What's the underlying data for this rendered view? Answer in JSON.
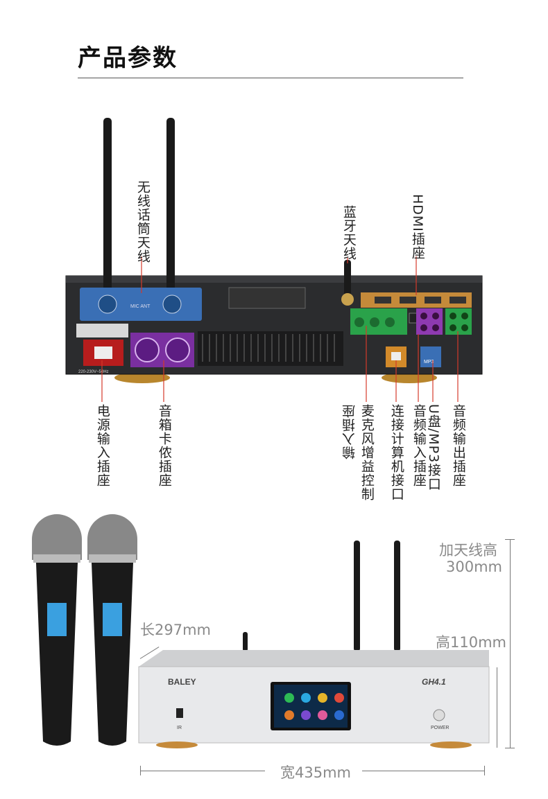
{
  "header": {
    "title": "产品参数"
  },
  "callouts": {
    "wireless_antenna": "无线话筒天线",
    "bluetooth_antenna": "蓝牙天线",
    "hdmi_socket": "HDMI插座",
    "power_input": "电源输入插座",
    "speaker_socket": "音箱卡侬插座",
    "mic_gain": "麦克风增益控制",
    "input_socket": "输入插座",
    "pc_port": "连接计算机接口",
    "audio_input": "音频输入插座",
    "usb_mp3": "U盘/MP3接口",
    "audio_output": "音频输出插座"
  },
  "device": {
    "brand": "BALEY",
    "model": "GH4.1",
    "ir_label": "IR",
    "power_label": "POWER",
    "panel_mic_ant": "MIC ANT",
    "panel_mp3": "MP3",
    "panel_power_rating": "220-230V~50Hz"
  },
  "dimensions": {
    "antenna_height_label": "加天线高",
    "antenna_height_value": "300mm",
    "length": "长297mm",
    "height": "高110mm",
    "width": "宽435mm"
  },
  "colors": {
    "leader": "#d43a2a",
    "panel": "#2a2b2d",
    "blue": "#3a6fb5",
    "red": "#b71d1d",
    "purple": "#7a2fa0",
    "green": "#2aa24a",
    "gold": "#c58a3a"
  }
}
